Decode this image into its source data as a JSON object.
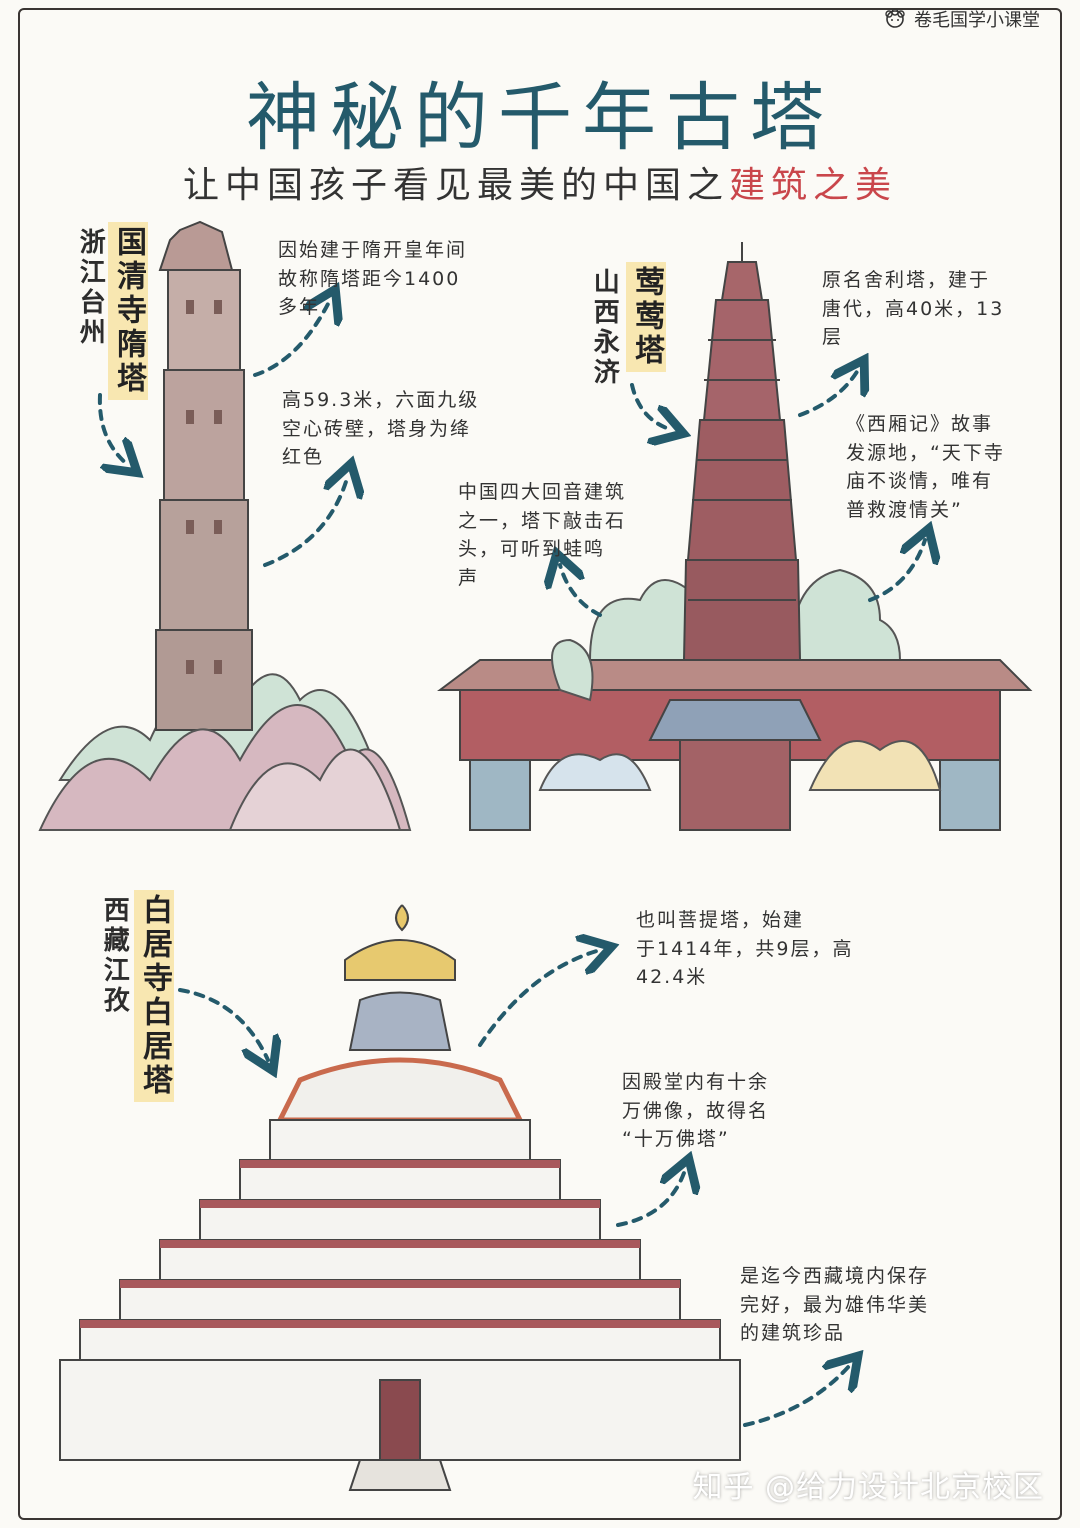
{
  "brand": {
    "name": "卷毛国学小课堂",
    "icon": "curly-hair-logo-icon"
  },
  "header": {
    "title": "神秘的千年古塔",
    "subtitle_plain": "让中国孩子看见最美的中国之",
    "subtitle_accent": "建筑之美"
  },
  "pagodas": {
    "sui": {
      "place": "浙江台州",
      "name": "国清寺隋塔",
      "note_1": "因始建于隋开皇年间\n故称隋塔距今1400\n多年",
      "note_2": "高59.3米，六面九级\n空心砖壁，塔身为绛\n红色"
    },
    "yingying": {
      "place": "山西永济",
      "name": "莺莺塔",
      "note_1": "原名舍利塔，建于\n唐代，高40米，13\n层",
      "note_2": "《西厢记》故事\n发源地，“天下寺\n庙不谈情，唯有\n普救渡情关”",
      "note_3": "中国四大回音建筑\n之一，塔下敲击石\n头，可听到蛙鸣\n声"
    },
    "baiju": {
      "place": "西藏江孜",
      "name": "白居寺白居塔",
      "note_1": "也叫菩提塔，始建\n于1414年，共9层，高\n42.4米",
      "note_2": "因殿堂内有十余\n万佛像，故得名\n“十万佛塔”",
      "note_3": "是迄今西藏境内保存\n完好，最为雄伟华美\n的建筑珍品"
    }
  },
  "watermark": "知乎 @给力设计北京校区",
  "colors": {
    "title": "#245a6b",
    "accent": "#c9464b",
    "arrow": "#245a6b",
    "pagoda_red": "#9b5a5e",
    "highlight": "#f6d778"
  }
}
